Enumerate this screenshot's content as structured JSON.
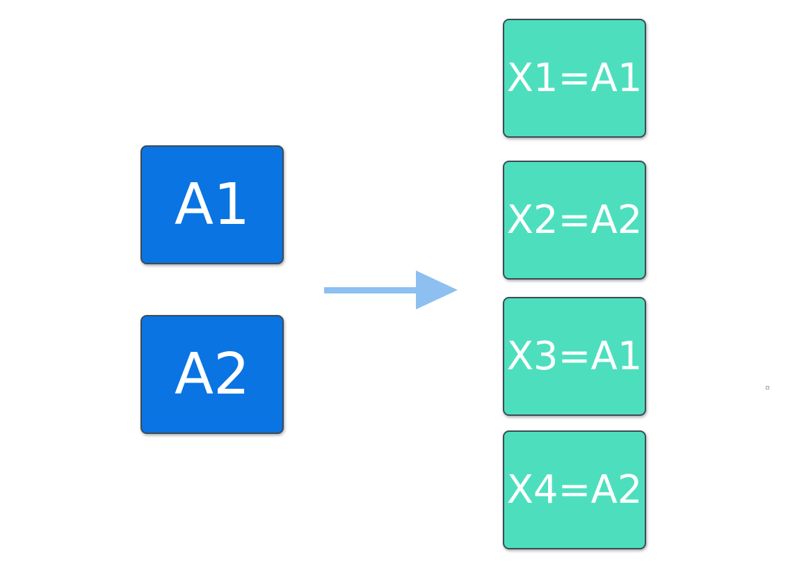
{
  "sources": [
    {
      "label": "A1"
    },
    {
      "label": "A2"
    }
  ],
  "targets": [
    {
      "label": "X1=A1"
    },
    {
      "label": "X2=A2"
    },
    {
      "label": "X3=A1"
    },
    {
      "label": "X4=A2"
    }
  ],
  "colors": {
    "source_fill": "#0a74e3",
    "target_fill": "#4ddfbd",
    "arrow": "#8dbff0",
    "text": "#ffffff"
  }
}
